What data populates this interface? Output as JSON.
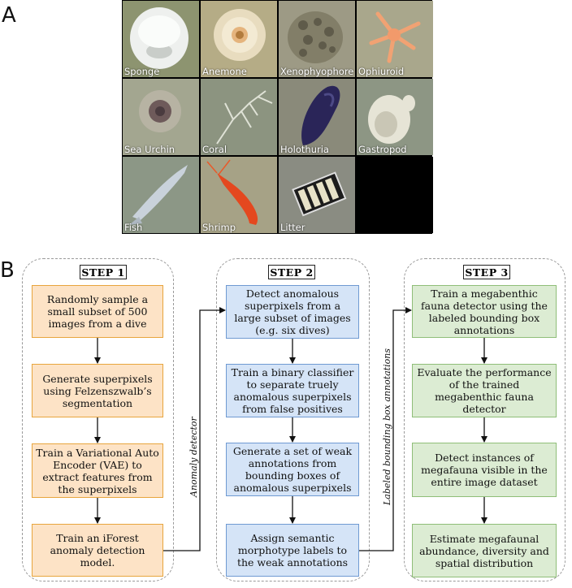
{
  "panel_a": {
    "letter": "A",
    "cells": [
      {
        "label": "Sponge",
        "icon": "sponge-icon"
      },
      {
        "label": "Anemone",
        "icon": "anemone-icon"
      },
      {
        "label": "Xenophyophore",
        "icon": "xenophyophore-icon"
      },
      {
        "label": "Ophiuroid",
        "icon": "ophiuroid-icon"
      },
      {
        "label": "Sea Urchin",
        "icon": "sea-urchin-icon"
      },
      {
        "label": "Coral",
        "icon": "coral-icon"
      },
      {
        "label": "Holothuria",
        "icon": "holothuria-icon"
      },
      {
        "label": "Gastropod",
        "icon": "gastropod-icon"
      },
      {
        "label": "Fish",
        "icon": "fish-icon"
      },
      {
        "label": "Shrimp",
        "icon": "shrimp-icon"
      },
      {
        "label": "Litter",
        "icon": "litter-icon"
      }
    ]
  },
  "panel_b": {
    "letter": "B",
    "steps": [
      {
        "title": "STEP 1",
        "color": "#fde3c6",
        "boxes": [
          "Randomly sample a small subset of 500 images from a dive",
          "Generate superpixels using Felzenszwalb’s segmentation",
          "Train a Variational Auto Encoder (VAE) to extract features from the superpixels",
          "Train an iForest anomaly detection model."
        ]
      },
      {
        "title": "STEP 2",
        "color": "#d5e4f7",
        "boxes": [
          "Detect anomalous superpixels from a large subset of images (e.g. six dives)",
          "Train a binary classifier to separate truely anomalous superpixels from false positives",
          "Generate a set of weak annotations from bounding boxes of anomalous superpixels",
          "Assign semantic morphotype labels to the weak annotations"
        ]
      },
      {
        "title": "STEP 3",
        "color": "#dcecd3",
        "boxes": [
          "Train a megabenthic fauna detector using the labeled bounding box annotations",
          "Evaluate the performance of the trained megabenthic fauna detector",
          "Detect instances of megafauna visible in the entire image dataset",
          "Estimate megafaunal abundance, diversity and spatial distribution"
        ]
      }
    ],
    "connectors": {
      "step1_to_step2": "Anomaly detector",
      "step2_to_step3": "Labeled bounding box annotations"
    }
  }
}
